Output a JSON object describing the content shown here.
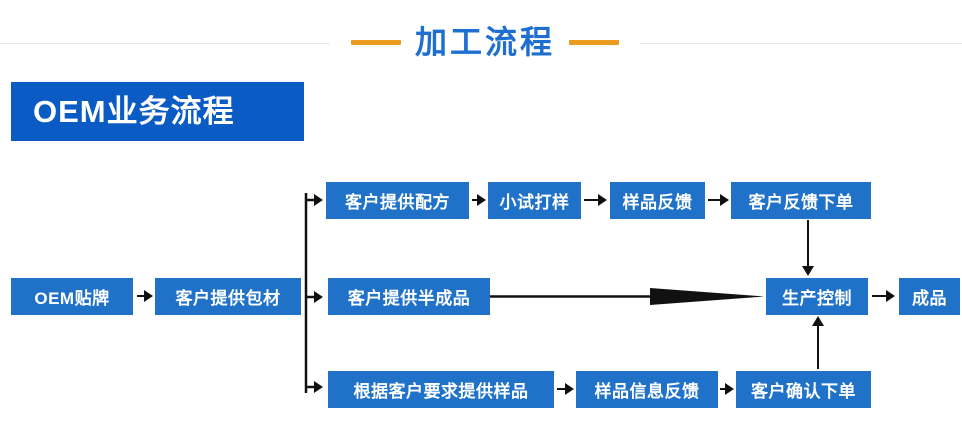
{
  "header": {
    "title": "加工流程",
    "left_dash": "dash",
    "right_dash": "dash",
    "rule_color": "#e9e9e9",
    "title_color": "#1f6fd0",
    "dash_color": "#eb9b20"
  },
  "banner": {
    "label": "OEM业务流程",
    "bg_color": "#0a5cc4",
    "text_color": "#ffffff"
  },
  "flow": {
    "node_color": "#1f72c8",
    "node_text_color": "#ffffff",
    "connector_color": "#111111",
    "start": {
      "label": "OEM贴牌"
    },
    "stage2": {
      "label": "客户提供包材"
    },
    "branch_top": [
      {
        "label": "客户提供配方"
      },
      {
        "label": "小试打样"
      },
      {
        "label": "样品反馈"
      },
      {
        "label": "客户反馈下单"
      }
    ],
    "branch_middle": [
      {
        "label": "客户提供半成品"
      }
    ],
    "branch_bottom": [
      {
        "label": "根据客户要求提供样品"
      },
      {
        "label": "样品信息反馈"
      },
      {
        "label": "客户确认下单"
      }
    ],
    "converge": {
      "label": "生产控制"
    },
    "end": {
      "label": "成品"
    }
  }
}
